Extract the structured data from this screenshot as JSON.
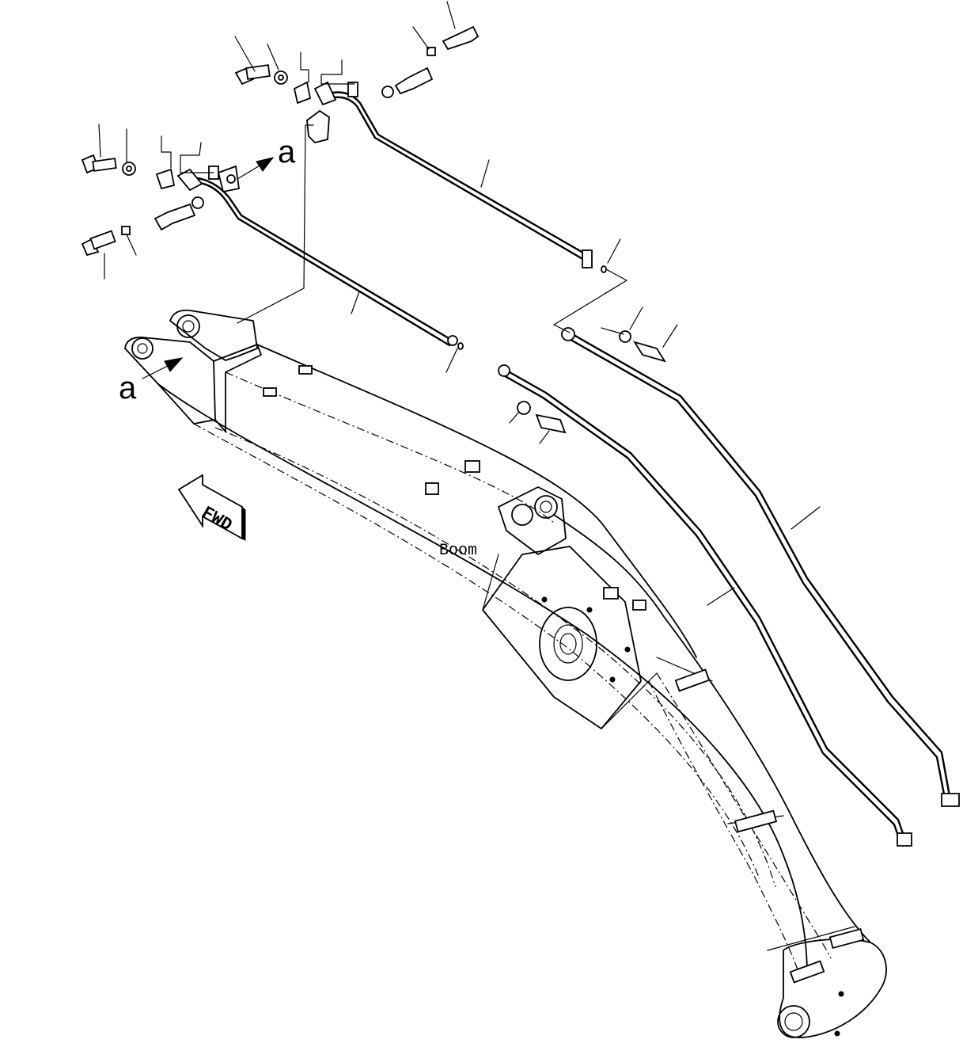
{
  "labels": {
    "ref_a_top": "a",
    "ref_a_boom": "a",
    "boom": "Boom",
    "fwd": "FWD"
  },
  "colors": {
    "line": "#000000",
    "background": "#ffffff"
  },
  "icons": {
    "forward_arrow": "fwd-arrow-icon"
  }
}
